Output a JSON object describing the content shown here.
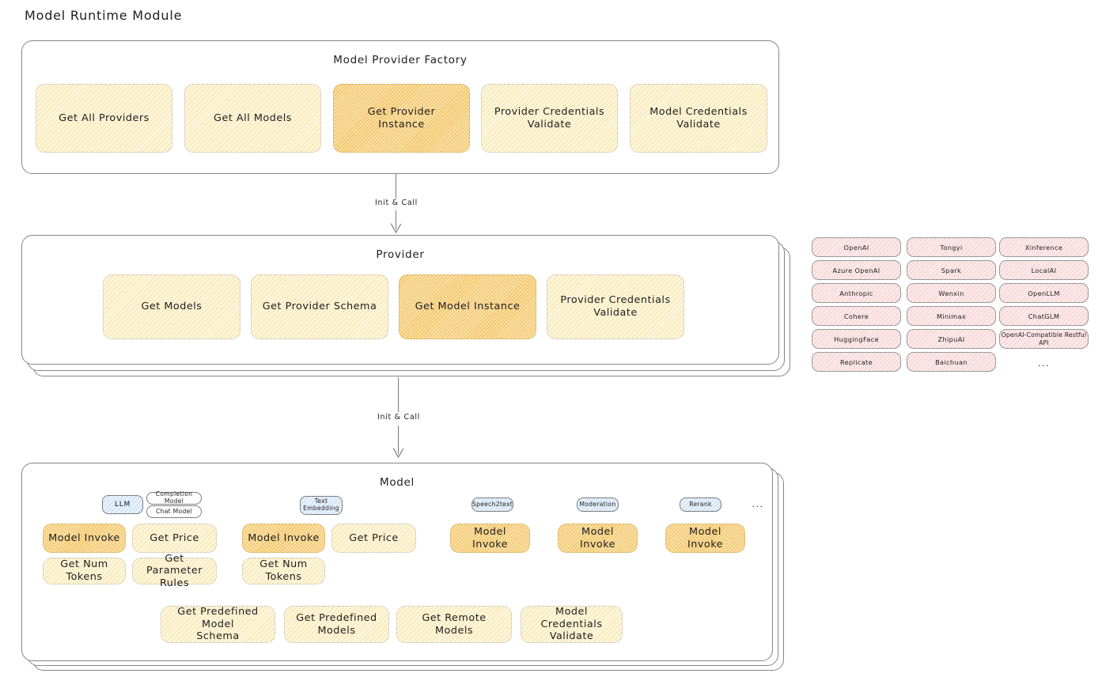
{
  "page": {
    "title": "Model Runtime Module"
  },
  "factory": {
    "title": "Model Provider Factory",
    "nodes": [
      {
        "label": "Get All Providers",
        "style": "yellow"
      },
      {
        "label": "Get All Models",
        "style": "yellow"
      },
      {
        "label": "Get Provider\nInstance",
        "style": "orange"
      },
      {
        "label": "Provider Credentials\nValidate",
        "style": "yellow"
      },
      {
        "label": "Model Credentials\nValidate",
        "style": "yellow"
      }
    ]
  },
  "arrow1": {
    "label": "Init & Call"
  },
  "provider": {
    "title": "Provider",
    "nodes": [
      {
        "label": "Get Models",
        "style": "yellow"
      },
      {
        "label": "Get Provider Schema",
        "style": "yellow"
      },
      {
        "label": "Get Model Instance",
        "style": "orange"
      },
      {
        "label": "Provider Credentials\nValidate",
        "style": "yellow"
      }
    ]
  },
  "provider_list": {
    "columns": [
      {
        "items": [
          "OpenAI",
          "Azure OpenAI",
          "Anthropic",
          "Cohere",
          "HuggingFace",
          "Replicate"
        ]
      },
      {
        "items": [
          "Tongyi",
          "Spark",
          "Wenxin",
          "Minimax",
          "ZhipuAI",
          "Baichuan"
        ]
      },
      {
        "items": [
          "Xinference",
          "LocalAI",
          "OpenLLM",
          "ChatGLM",
          "OpenAI-Compatible Restful API"
        ]
      }
    ],
    "more": "..."
  },
  "arrow2": {
    "label": "Init & Call"
  },
  "model": {
    "title": "Model",
    "more": "...",
    "types": [
      {
        "badge": "LLM",
        "badge_style": "blue",
        "subtypes": [
          "Completion Model",
          "Chat Model"
        ],
        "ops": [
          {
            "label": "Model Invoke",
            "style": "orange"
          },
          {
            "label": "Get Price",
            "style": "yellow"
          },
          {
            "label": "Get Num Tokens",
            "style": "yellow"
          },
          {
            "label": "Get Parameter\nRules",
            "style": "yellow"
          }
        ]
      },
      {
        "badge": "Text\nEmbedding",
        "badge_style": "blue",
        "subtypes": [],
        "ops": [
          {
            "label": "Model Invoke",
            "style": "orange"
          },
          {
            "label": "Get Price",
            "style": "yellow"
          },
          {
            "label": "Get Num Tokens",
            "style": "yellow"
          }
        ]
      },
      {
        "badge": "Speech2text",
        "badge_style": "blue",
        "subtypes": [],
        "ops": [
          {
            "label": "Model Invoke",
            "style": "orange"
          }
        ]
      },
      {
        "badge": "Moderation",
        "badge_style": "blue",
        "subtypes": [],
        "ops": [
          {
            "label": "Model Invoke",
            "style": "orange"
          }
        ]
      },
      {
        "badge": "Rerank",
        "badge_style": "blue",
        "subtypes": [],
        "ops": [
          {
            "label": "Model Invoke",
            "style": "orange"
          }
        ]
      }
    ],
    "shared_ops": [
      {
        "label": "Get Predefined Model\nSchema",
        "style": "yellow"
      },
      {
        "label": "Get Predefined\nModels",
        "style": "yellow"
      },
      {
        "label": "Get Remote Models",
        "style": "yellow"
      },
      {
        "label": "Model Credentials\nValidate",
        "style": "yellow"
      }
    ]
  },
  "colors": {
    "accent_light": "#fdf6de",
    "accent_hatch": "#f5ce64",
    "accent_strong": "#fbe3b0",
    "accent_strong_hatch": "#efb236",
    "pill_fill": "#fdeaea",
    "pill_hatch": "#e69696",
    "badge_blue": "#e8f2fb",
    "stroke": "#868686",
    "text": "#1e1e1e"
  }
}
